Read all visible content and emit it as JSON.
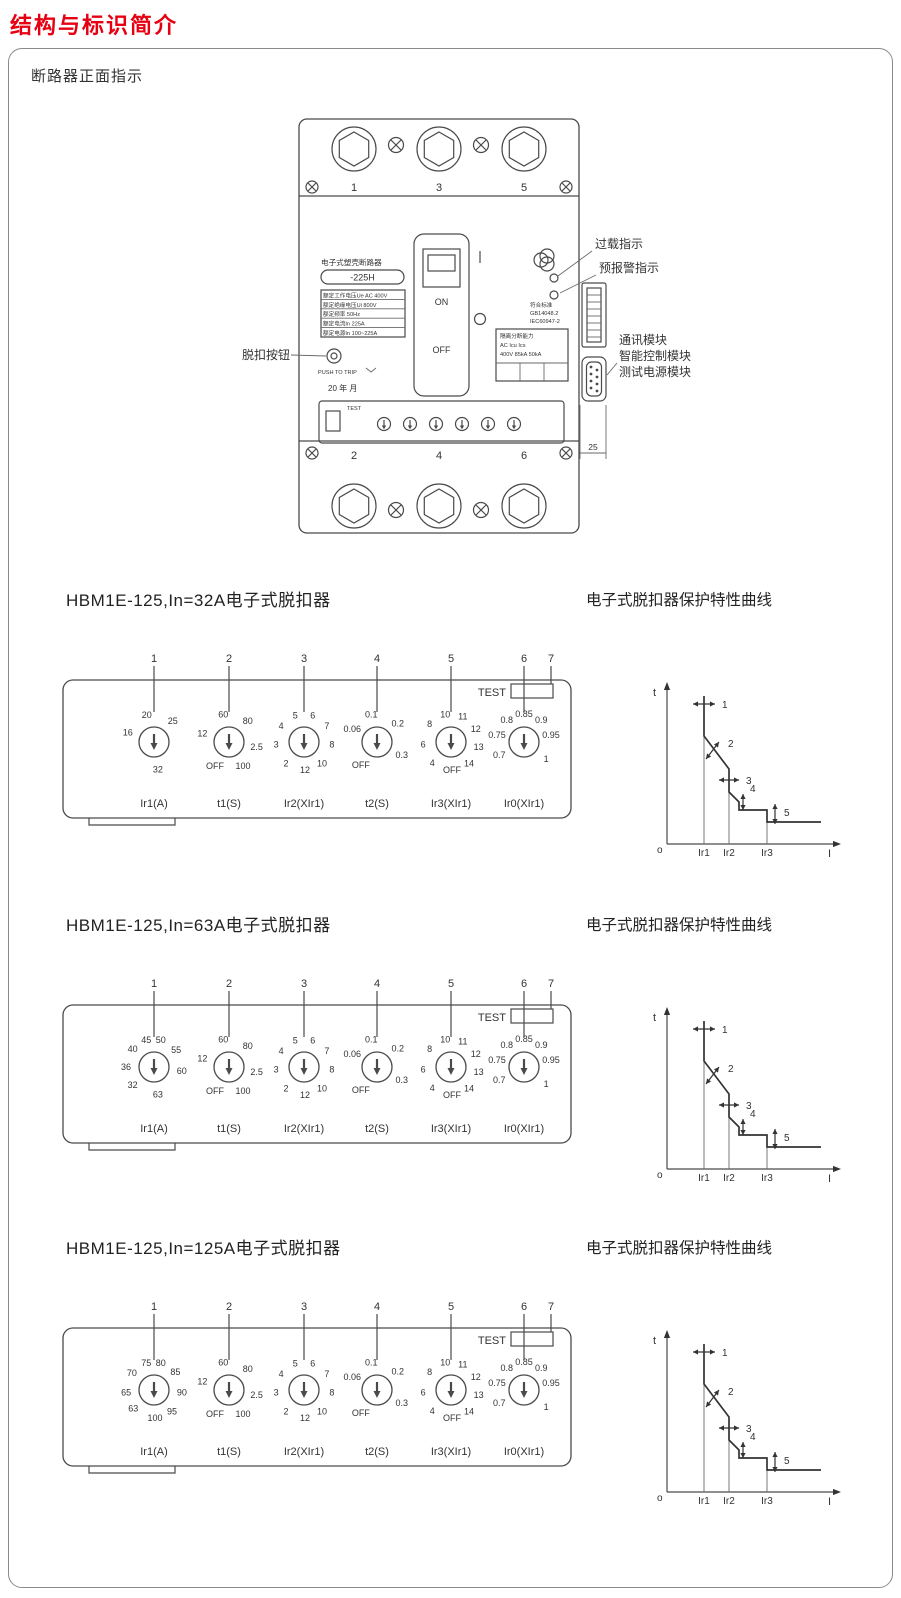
{
  "page": {
    "title": "结构与标识简介"
  },
  "colors": {
    "accent_red": "#e60012",
    "line": "#4a4a4a"
  },
  "front": {
    "section_title": "断路器正面指示",
    "nameplate_title": "电子式塑壳断路器",
    "model": "-225H",
    "specs": [
      "额定工作电压Ue  AC 400V",
      "额定绝缘电压Ui  800V",
      "额定频率  50Hz",
      "额定电流In  225A",
      "额定电源In  100~225A"
    ],
    "on_label": "ON",
    "off_label": "OFF",
    "push_to_trip": "PUSH TO TRIP",
    "date": "20 年 月",
    "test": "TEST",
    "standard": [
      "符合标准",
      "GB14048.2",
      "IEC60947-2"
    ],
    "breaking": [
      "隔离分断能力",
      "AC  Icu  Ics",
      "400V 85kA 50kA"
    ],
    "terminals_top": [
      "1",
      "3",
      "5"
    ],
    "terminals_bottom": [
      "2",
      "4",
      "6"
    ],
    "dim": "25",
    "callout_overload": "过载指示",
    "callout_prealarm": "预报警指示",
    "callout_modules": [
      "通讯模块",
      "智能控制模块",
      "测试电源模块"
    ],
    "callout_trip": "脱扣按钮"
  },
  "curve": {
    "t_label": "t",
    "i_label": "I",
    "origin_label": "o",
    "ticks": [
      "Ir1",
      "Ir2",
      "Ir3"
    ],
    "markers": [
      "1",
      "2",
      "3",
      "4",
      "5"
    ]
  },
  "panels": [
    {
      "title": "HBM1E-125,In=32A电子式脱扣器",
      "curve_title": "电子式脱扣器保护特性曲线",
      "test_label": "TEST",
      "positions": [
        "1",
        "2",
        "3",
        "4",
        "5",
        "6",
        "7"
      ],
      "dials": [
        {
          "caption": "Ir1(A)",
          "labels": [
            {
              "t": "20",
              "a": -15
            },
            {
              "t": "25",
              "a": 42
            },
            {
              "t": "32",
              "a": 172
            },
            {
              "t": "16",
              "a": -70
            }
          ]
        },
        {
          "caption": "t1(S)",
          "labels": [
            {
              "t": "60",
              "a": -12
            },
            {
              "t": "80",
              "a": 42
            },
            {
              "t": "2.5",
              "a": 100
            },
            {
              "t": "100",
              "a": 150
            },
            {
              "t": "OFF",
              "a": -150
            },
            {
              "t": "12",
              "a": -72
            }
          ]
        },
        {
          "caption": "Ir2(XIr1)",
          "labels": [
            {
              "t": "5",
              "a": -18
            },
            {
              "t": "6",
              "a": 18
            },
            {
              "t": "7",
              "a": 55
            },
            {
              "t": "8",
              "a": 95
            },
            {
              "t": "10",
              "a": 140
            },
            {
              "t": "12",
              "a": 178
            },
            {
              "t": "2",
              "a": -140
            },
            {
              "t": "3",
              "a": -95
            },
            {
              "t": "4",
              "a": -55
            }
          ]
        },
        {
          "caption": "t2(S)",
          "labels": [
            {
              "t": "0.1",
              "a": -12
            },
            {
              "t": "0.2",
              "a": 48
            },
            {
              "t": "0.3",
              "a": 118
            },
            {
              "t": "OFF",
              "a": -145
            },
            {
              "t": "0.06",
              "a": -62
            }
          ]
        },
        {
          "caption": "Ir3(XIr1)",
          "labels": [
            {
              "t": "10",
              "a": -12
            },
            {
              "t": "11",
              "a": 25
            },
            {
              "t": "12",
              "a": 62
            },
            {
              "t": "13",
              "a": 100
            },
            {
              "t": "14",
              "a": 140
            },
            {
              "t": "OFF",
              "a": 178
            },
            {
              "t": "4",
              "a": -138
            },
            {
              "t": "6",
              "a": -95
            },
            {
              "t": "8",
              "a": -50
            }
          ]
        },
        {
          "caption": "Ir0(XIr1)",
          "labels": [
            {
              "t": "0.85",
              "a": 0
            },
            {
              "t": "0.9",
              "a": 38
            },
            {
              "t": "0.95",
              "a": 75
            },
            {
              "t": "1",
              "a": 128
            },
            {
              "t": "0.7",
              "a": -118
            },
            {
              "t": "0.75",
              "a": -75
            },
            {
              "t": "0.8",
              "a": -38
            }
          ]
        }
      ]
    },
    {
      "title": "HBM1E-125,In=63A电子式脱扣器",
      "curve_title": "电子式脱扣器保护特性曲线",
      "test_label": "TEST",
      "positions": [
        "1",
        "2",
        "3",
        "4",
        "5",
        "6",
        "7"
      ],
      "dials": [
        {
          "caption": "Ir1(A)",
          "labels": [
            {
              "t": "45",
              "a": -16
            },
            {
              "t": "50",
              "a": 14
            },
            {
              "t": "55",
              "a": 52
            },
            {
              "t": "60",
              "a": 98
            },
            {
              "t": "63",
              "a": 172
            },
            {
              "t": "32",
              "a": -130
            },
            {
              "t": "36",
              "a": -90
            },
            {
              "t": "40",
              "a": -50
            }
          ]
        },
        {
          "caption": "t1(S)",
          "labels": [
            {
              "t": "60",
              "a": -12
            },
            {
              "t": "80",
              "a": 42
            },
            {
              "t": "2.5",
              "a": 100
            },
            {
              "t": "100",
              "a": 150
            },
            {
              "t": "OFF",
              "a": -150
            },
            {
              "t": "12",
              "a": -72
            }
          ]
        },
        {
          "caption": "Ir2(XIr1)",
          "labels": [
            {
              "t": "5",
              "a": -18
            },
            {
              "t": "6",
              "a": 18
            },
            {
              "t": "7",
              "a": 55
            },
            {
              "t": "8",
              "a": 95
            },
            {
              "t": "10",
              "a": 140
            },
            {
              "t": "12",
              "a": 178
            },
            {
              "t": "2",
              "a": -140
            },
            {
              "t": "3",
              "a": -95
            },
            {
              "t": "4",
              "a": -55
            }
          ]
        },
        {
          "caption": "t2(S)",
          "labels": [
            {
              "t": "0.1",
              "a": -12
            },
            {
              "t": "0.2",
              "a": 48
            },
            {
              "t": "0.3",
              "a": 118
            },
            {
              "t": "OFF",
              "a": -145
            },
            {
              "t": "0.06",
              "a": -62
            }
          ]
        },
        {
          "caption": "Ir3(XIr1)",
          "labels": [
            {
              "t": "10",
              "a": -12
            },
            {
              "t": "11",
              "a": 25
            },
            {
              "t": "12",
              "a": 62
            },
            {
              "t": "13",
              "a": 100
            },
            {
              "t": "14",
              "a": 140
            },
            {
              "t": "OFF",
              "a": 178
            },
            {
              "t": "4",
              "a": -138
            },
            {
              "t": "6",
              "a": -95
            },
            {
              "t": "8",
              "a": -50
            }
          ]
        },
        {
          "caption": "Ir0(XIr1)",
          "labels": [
            {
              "t": "0.85",
              "a": 0
            },
            {
              "t": "0.9",
              "a": 38
            },
            {
              "t": "0.95",
              "a": 75
            },
            {
              "t": "1",
              "a": 128
            },
            {
              "t": "0.7",
              "a": -118
            },
            {
              "t": "0.75",
              "a": -75
            },
            {
              "t": "0.8",
              "a": -38
            }
          ]
        }
      ]
    },
    {
      "title": "HBM1E-125,In=125A电子式脱扣器",
      "curve_title": "电子式脱扣器保护特性曲线",
      "test_label": "TEST",
      "positions": [
        "1",
        "2",
        "3",
        "4",
        "5",
        "6",
        "7"
      ],
      "dials": [
        {
          "caption": "Ir1(A)",
          "labels": [
            {
              "t": "75",
              "a": -16
            },
            {
              "t": "80",
              "a": 14
            },
            {
              "t": "85",
              "a": 50
            },
            {
              "t": "90",
              "a": 95
            },
            {
              "t": "95",
              "a": 140
            },
            {
              "t": "100",
              "a": 178
            },
            {
              "t": "63",
              "a": -132
            },
            {
              "t": "65",
              "a": -95
            },
            {
              "t": "70",
              "a": -52
            }
          ]
        },
        {
          "caption": "t1(S)",
          "labels": [
            {
              "t": "60",
              "a": -12
            },
            {
              "t": "80",
              "a": 42
            },
            {
              "t": "2.5",
              "a": 100
            },
            {
              "t": "100",
              "a": 150
            },
            {
              "t": "OFF",
              "a": -150
            },
            {
              "t": "12",
              "a": -72
            }
          ]
        },
        {
          "caption": "Ir2(XIr1)",
          "labels": [
            {
              "t": "5",
              "a": -18
            },
            {
              "t": "6",
              "a": 18
            },
            {
              "t": "7",
              "a": 55
            },
            {
              "t": "8",
              "a": 95
            },
            {
              "t": "10",
              "a": 140
            },
            {
              "t": "12",
              "a": 178
            },
            {
              "t": "2",
              "a": -140
            },
            {
              "t": "3",
              "a": -95
            },
            {
              "t": "4",
              "a": -55
            }
          ]
        },
        {
          "caption": "t2(S)",
          "labels": [
            {
              "t": "0.1",
              "a": -12
            },
            {
              "t": "0.2",
              "a": 48
            },
            {
              "t": "0.3",
              "a": 118
            },
            {
              "t": "OFF",
              "a": -145
            },
            {
              "t": "0.06",
              "a": -62
            }
          ]
        },
        {
          "caption": "Ir3(XIr1)",
          "labels": [
            {
              "t": "10",
              "a": -12
            },
            {
              "t": "11",
              "a": 25
            },
            {
              "t": "12",
              "a": 62
            },
            {
              "t": "13",
              "a": 100
            },
            {
              "t": "14",
              "a": 140
            },
            {
              "t": "OFF",
              "a": 178
            },
            {
              "t": "4",
              "a": -138
            },
            {
              "t": "6",
              "a": -95
            },
            {
              "t": "8",
              "a": -50
            }
          ]
        },
        {
          "caption": "Ir0(XIr1)",
          "labels": [
            {
              "t": "0.85",
              "a": 0
            },
            {
              "t": "0.9",
              "a": 38
            },
            {
              "t": "0.95",
              "a": 75
            },
            {
              "t": "1",
              "a": 128
            },
            {
              "t": "0.7",
              "a": -118
            },
            {
              "t": "0.75",
              "a": -75
            },
            {
              "t": "0.8",
              "a": -38
            }
          ]
        }
      ]
    }
  ]
}
